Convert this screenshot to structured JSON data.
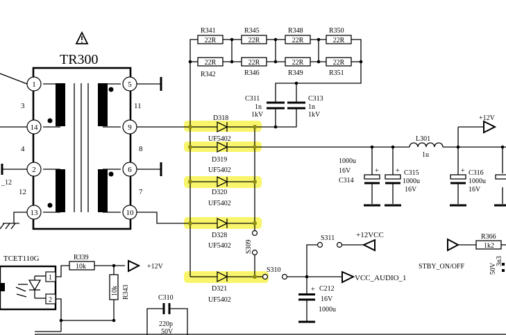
{
  "transformer": {
    "name": "TR300",
    "warning_symbol": "warning-triangle-icon",
    "pins": {
      "p1": "1",
      "p14": "14",
      "p2": "2",
      "p13": "13",
      "p5": "5",
      "p9": "9",
      "p6": "6",
      "p10": "10",
      "l3": "3",
      "l4": "4",
      "l12": "12",
      "l11": "11",
      "l8": "8",
      "l7": "7"
    },
    "partial_label": "_12"
  },
  "resistors_top": {
    "r341": "R341",
    "r342": "R342",
    "r345": "R345",
    "r346": "R346",
    "r348": "R348",
    "r349": "R349",
    "r350": "R350",
    "r351": "R351",
    "value": "22R"
  },
  "snubber": {
    "c311": "C311",
    "c311_val": "1n",
    "c311_kv": "1kV",
    "c313": "C313",
    "c313_val": "1n",
    "c313_kv": "1kV"
  },
  "diodes": {
    "d318": "D318",
    "d319": "D319",
    "d320": "D320",
    "d328": "D328",
    "d321": "D321",
    "part": "UF5402"
  },
  "switches": {
    "s309": "S309",
    "s310": "S310",
    "s311": "S311"
  },
  "filter": {
    "l301": "L301",
    "l301_val": "1u",
    "c314_a": "1000u",
    "c314_b": "16V",
    "c314": "C314",
    "c315": "C315",
    "c315_a": "1000u",
    "c315_b": "16V",
    "c316": "C316",
    "c316_a": "1000u",
    "c316_b": "16V",
    "v12": "+12V"
  },
  "audio": {
    "v12vcc": "+12VCC",
    "vcc_audio": "VCC_AUDIO_1",
    "c212": "C212",
    "c212_v": "16V",
    "c212_val": "1000u"
  },
  "standby": {
    "r366": "R366",
    "r366_val": "1k2",
    "label": "STBY_ON/OFF",
    "cut1": "50V",
    "cut2": "3n3"
  },
  "optocoupler": {
    "name": "TCET110G",
    "pin1": "1",
    "pin2": "2",
    "r339": "R339",
    "r339_val": "10k",
    "r343": "R343",
    "r343_val": "10k",
    "v12": "+12V"
  },
  "c310": {
    "name": "C310",
    "val": "220p",
    "v": "50V"
  }
}
